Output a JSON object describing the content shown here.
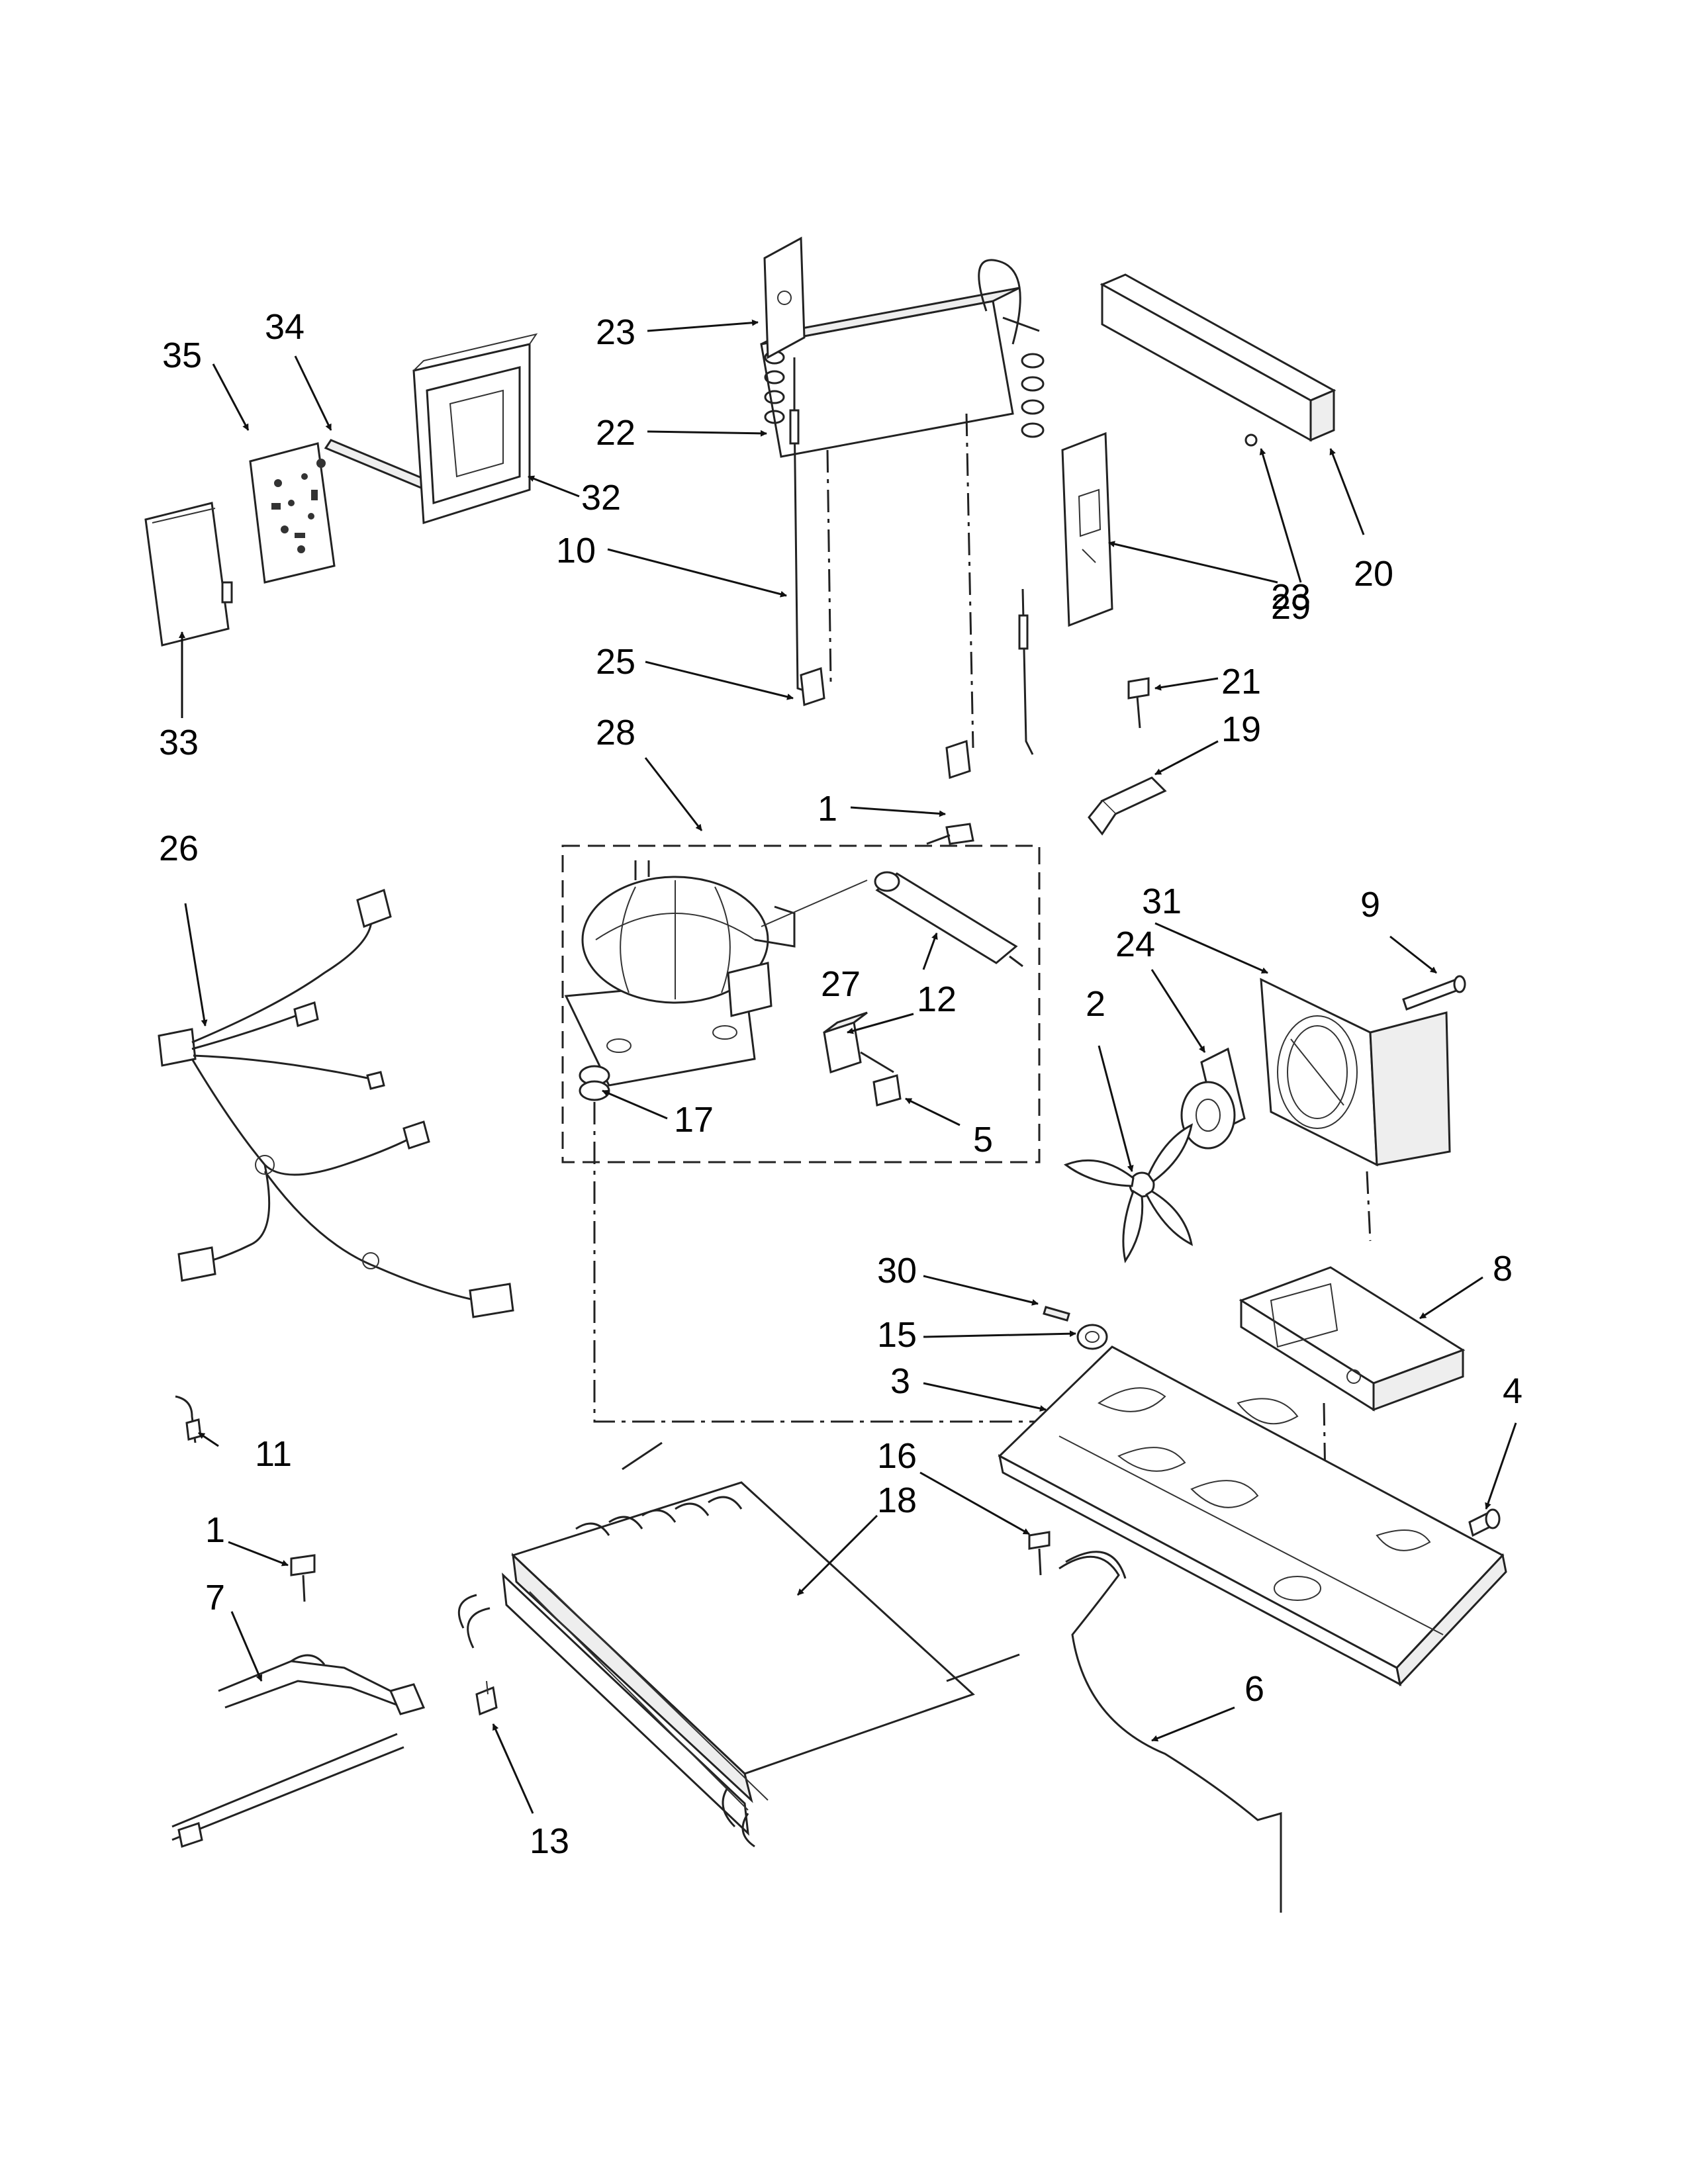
{
  "callouts": {
    "c1a": "1",
    "c1b": "1",
    "c2": "2",
    "c3": "3",
    "c4": "4",
    "c5": "5",
    "c6": "6",
    "c7": "7",
    "c8": "8",
    "c9": "9",
    "c10": "10",
    "c11": "11",
    "c12": "12",
    "c13": "13",
    "c15": "15",
    "c16": "16",
    "c17": "17",
    "c18": "18",
    "c19": "19",
    "c20": "20",
    "c21": "21",
    "c22": "22",
    "c23a": "23",
    "c23b": "23",
    "c24": "24",
    "c25": "25",
    "c26": "26",
    "c27": "27",
    "c28": "28",
    "c29": "29",
    "c30": "30",
    "c31": "31",
    "c32": "32",
    "c33": "33",
    "c34": "34",
    "c35": "35"
  },
  "colors": {
    "line": "#222222",
    "background": "#ffffff"
  }
}
